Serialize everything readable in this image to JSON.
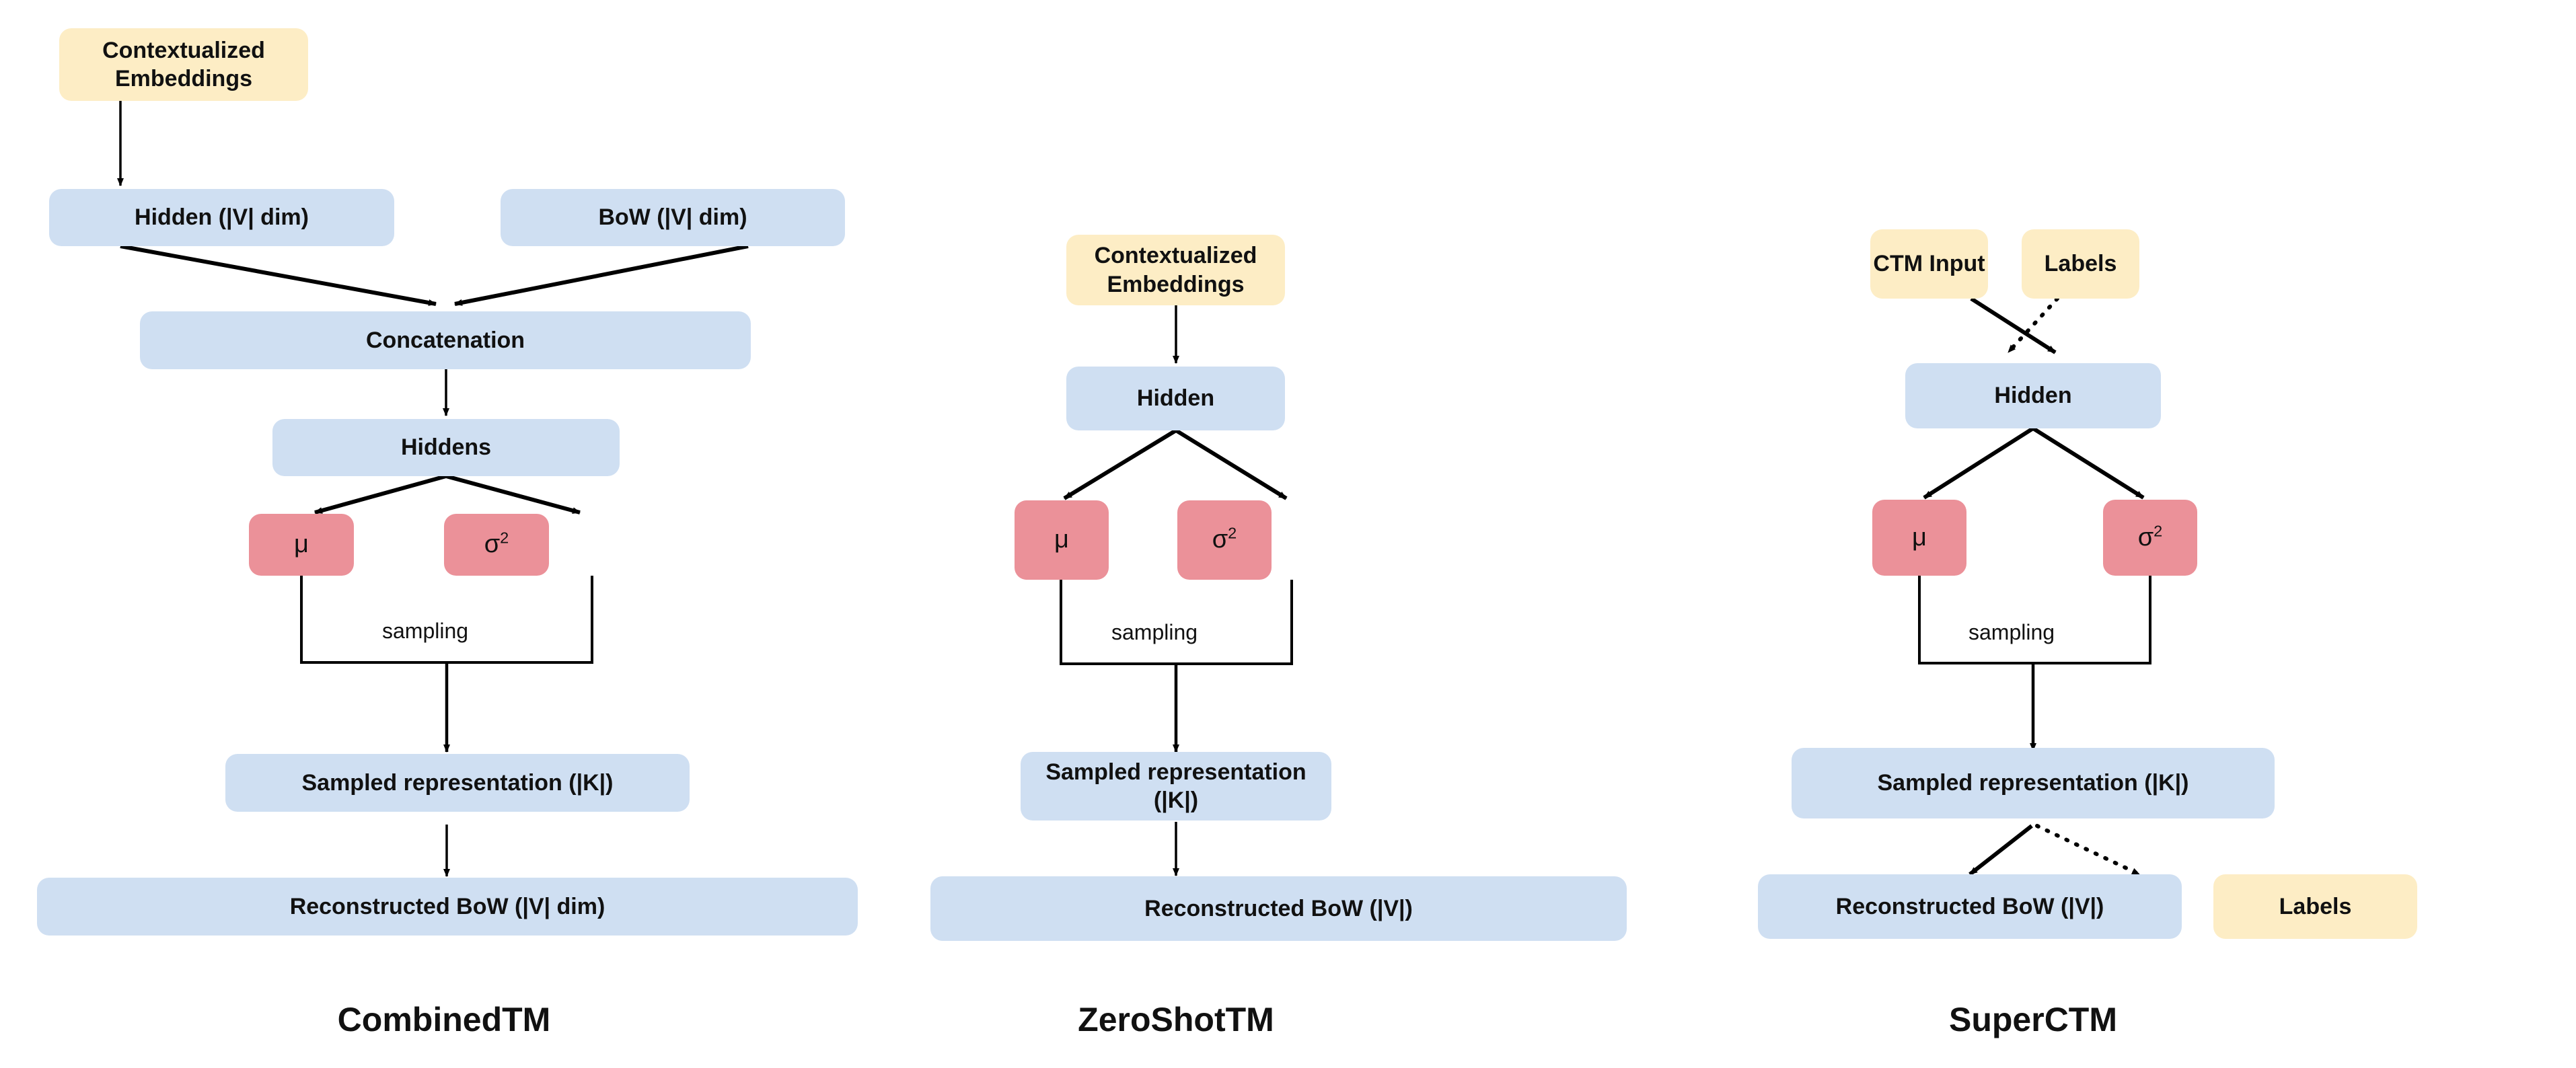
{
  "figure": {
    "background": "#ffffff",
    "colors": {
      "blue_box": "#cfdff2",
      "yellow_box": "#fdedc5",
      "red_box": "#eb9199",
      "arrow": "#000000",
      "text": "#111111"
    }
  },
  "panels": [
    {
      "id": "combinedtm",
      "title": "CombinedTM",
      "nodes": {
        "contextualized_embeddings": "Contextualized\nEmbeddings",
        "contextualized_embeddings_line1": "Contextualized",
        "contextualized_embeddings_line2": "Embeddings",
        "hidden_v_dim": "Hidden (|V| dim)",
        "bow_v_dim": "BoW (|V| dim)",
        "concatenation": "Concatenation",
        "hiddens": "Hiddens",
        "mu": "μ",
        "sigma_base": "σ",
        "sigma_exp": "2",
        "sampled_representation": "Sampled representation (|K|)",
        "reconstructed_bow": "Reconstructed BoW (|V| dim)"
      },
      "edge_labels": {
        "sampling": "sampling"
      }
    },
    {
      "id": "zeroshottm",
      "title": "ZeroShotTM",
      "nodes": {
        "contextualized_embeddings_line1": "Contextualized",
        "contextualized_embeddings_line2": "Embeddings",
        "hidden": "Hidden",
        "mu": "μ",
        "sigma_base": "σ",
        "sigma_exp": "2",
        "sampled_representation": "Sampled representation (|K|)",
        "reconstructed_bow": "Reconstructed BoW (|V|)"
      },
      "edge_labels": {
        "sampling": "sampling"
      }
    },
    {
      "id": "superctm",
      "title": "SuperCTM",
      "nodes": {
        "ctm_input": "CTM Input",
        "labels_top": "Labels",
        "hidden": "Hidden",
        "mu": "μ",
        "sigma_base": "σ",
        "sigma_exp": "2",
        "sampled_representation": "Sampled representation (|K|)",
        "reconstructed_bow": "Reconstructed BoW (|V|)",
        "labels_bottom": "Labels"
      },
      "edge_labels": {
        "sampling": "sampling"
      }
    }
  ]
}
